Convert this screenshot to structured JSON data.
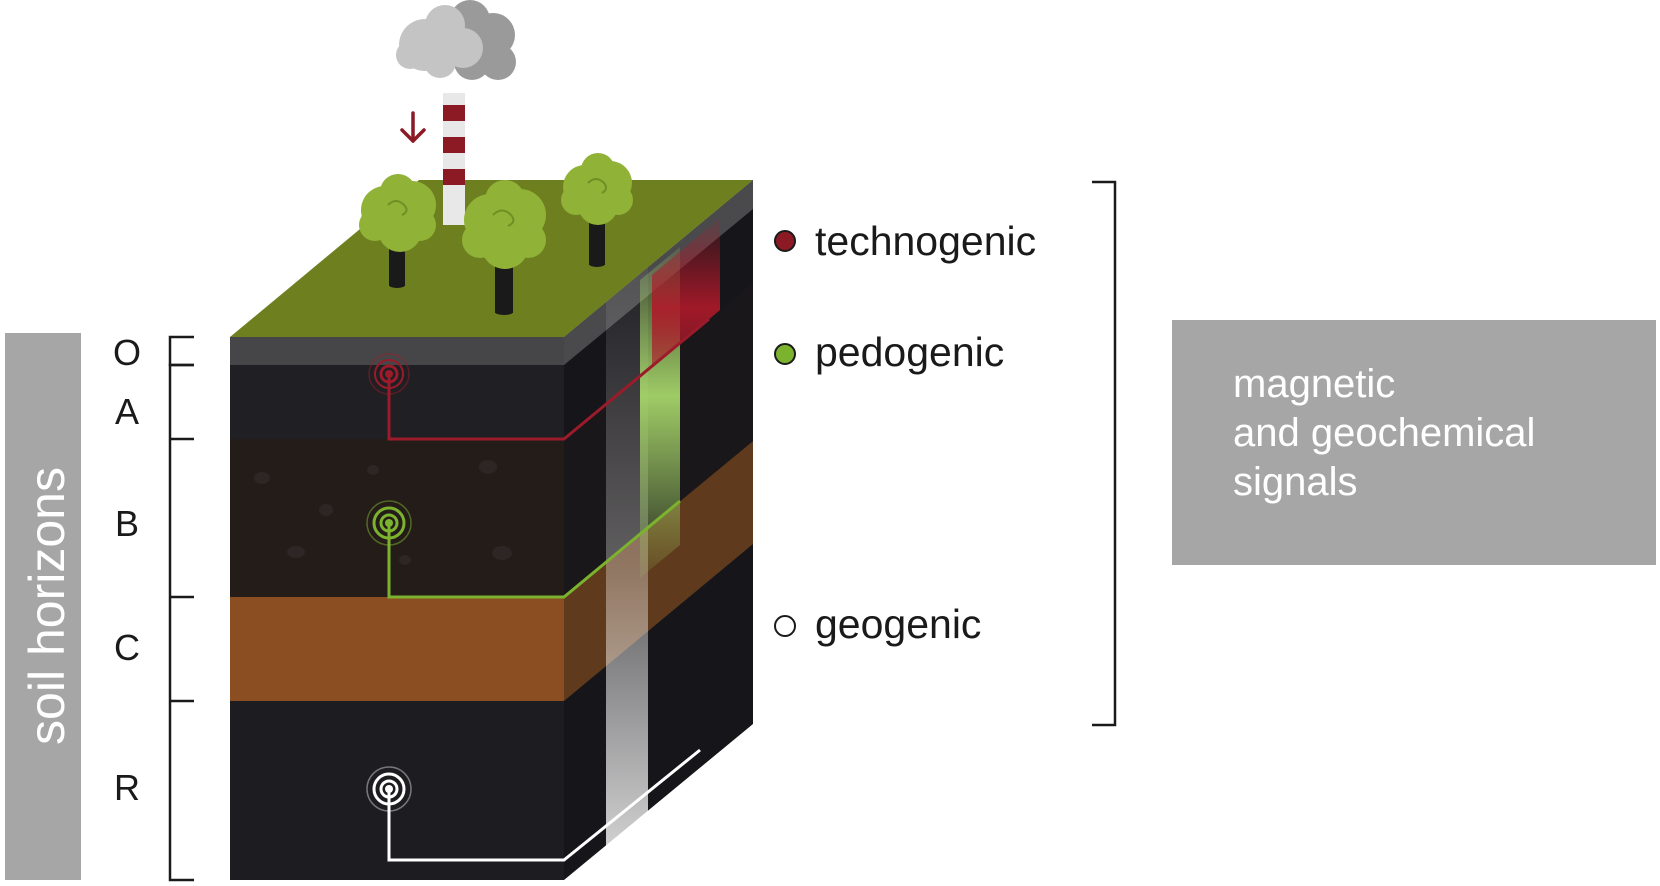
{
  "vertical_label": "soil horizons",
  "horizons": [
    {
      "letter": "O"
    },
    {
      "letter": "A"
    },
    {
      "letter": "B"
    },
    {
      "letter": "C"
    },
    {
      "letter": "R"
    }
  ],
  "legend": [
    {
      "label": "technogenic",
      "color": "#8b1a24"
    },
    {
      "label": "pedogenic",
      "color": "#7bb32e"
    },
    {
      "label": "geogenic",
      "color": "#ffffff"
    }
  ],
  "signals_box": {
    "line1": "magnetic",
    "line2": "and geochemical",
    "line3": "signals",
    "background": "#a6a6a6"
  },
  "colors": {
    "grass": "#6e7f20",
    "soil_dark": "#1d1d21",
    "soil_B": "#241c19",
    "soil_C": "#8b4e23",
    "tree_green": "#8fb237",
    "chimney_red": "#8b1a24",
    "text": "#1a1a1a"
  }
}
